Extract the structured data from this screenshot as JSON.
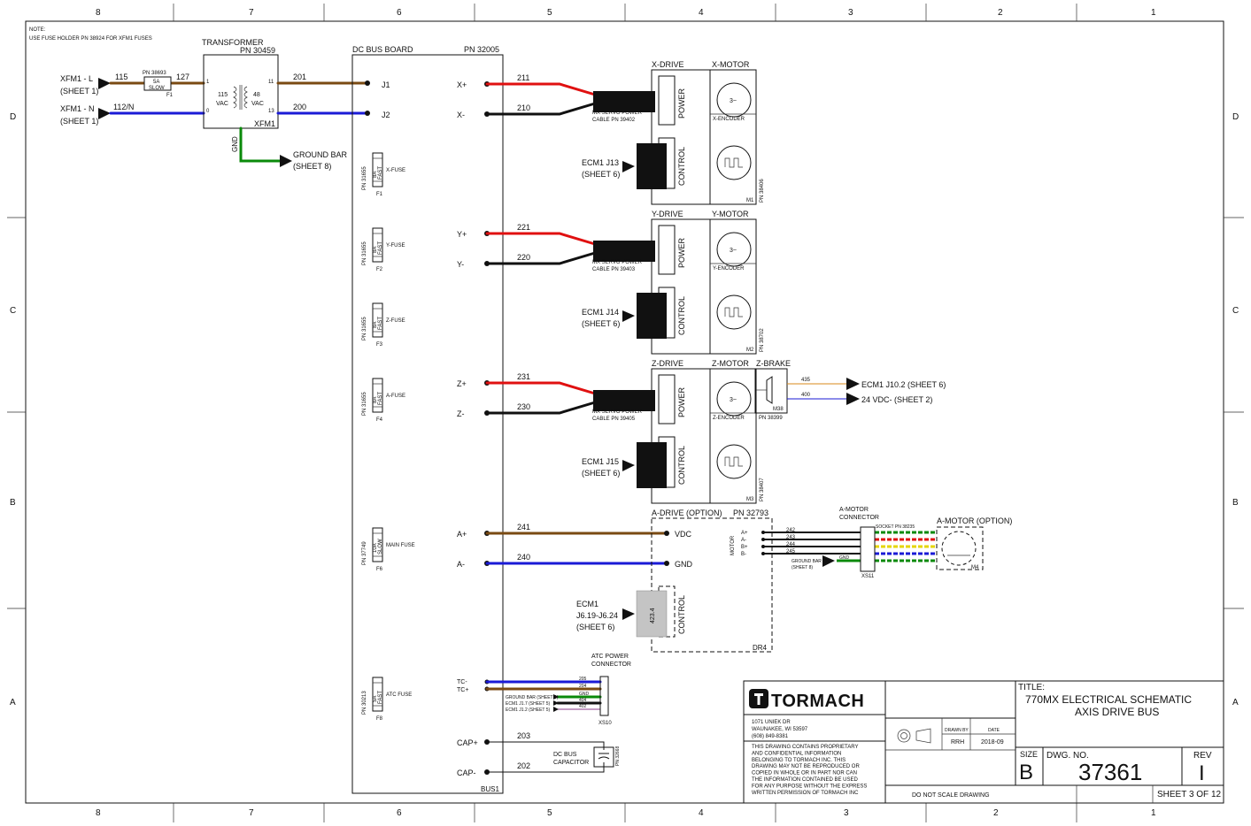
{
  "border": {
    "columns": [
      "8",
      "7",
      "6",
      "5",
      "4",
      "3",
      "2",
      "1"
    ],
    "rows": [
      "D",
      "C",
      "B",
      "A"
    ]
  },
  "note": {
    "title": "NOTE:",
    "text": "USE FUSE HOLDER PN 38924 FOR XFM1 FUSES"
  },
  "transformer": {
    "title": "TRANSFORMER",
    "pn": "PN 30459",
    "ref": "XFM1",
    "primary": "115 VAC",
    "primary_v": "115",
    "secondary_v": "48",
    "vac": "VAC",
    "pin1": "1",
    "pin0": "0",
    "pin11": "11",
    "pin13": "13",
    "gnd": "GND"
  },
  "inputs": {
    "l": "XFM1 - L",
    "l_sheet": "(SHEET 1)",
    "n": "XFM1 - N",
    "n_sheet": "(SHEET 1)",
    "w115": "115",
    "w127": "127",
    "w112": "112/N",
    "fuse_pn": "PN 38693",
    "fuse_rating": "5A",
    "fuse_type": "SLOW",
    "fuse_ref": "F1"
  },
  "ground": {
    "label": "GROUND BAR",
    "sheet": "(SHEET 8)"
  },
  "dc_bus": {
    "title": "DC BUS BOARD",
    "pn": "PN 32005",
    "ref": "BUS1",
    "j1": "J1",
    "j2": "J2",
    "w201": "201",
    "w200": "200"
  },
  "fuses": [
    {
      "pn": "PN 31655",
      "rating": "8A",
      "type": "FAST",
      "name": "X-FUSE",
      "ref": "F1"
    },
    {
      "pn": "PN 31655",
      "rating": "8A",
      "type": "FAST",
      "name": "Y-FUSE",
      "ref": "F2"
    },
    {
      "pn": "PN 31655",
      "rating": "8A",
      "type": "FAST",
      "name": "Z-FUSE",
      "ref": "F3"
    },
    {
      "pn": "PN 31655",
      "rating": "8A",
      "type": "FAST",
      "name": "A-FUSE",
      "ref": "F4"
    },
    {
      "pn": "PN 37749",
      "rating": "10A",
      "type": "SLOW",
      "name": "MAIN FUSE",
      "ref": "F6"
    },
    {
      "pn": "PN 30213",
      "rating": "5A",
      "type": "FAST",
      "name": "ATC FUSE",
      "ref": "F8"
    }
  ],
  "axes": [
    {
      "plus": "X+",
      "minus": "X-",
      "wp": "211",
      "wm": "210",
      "cable": "MX SERVO POWER",
      "cable_pn": "CABLE PN 39402",
      "drive": "X-DRIVE",
      "motor": "X-MOTOR",
      "encoder": "X-ENCODER",
      "ecm": "ECM1 J13",
      "ecm_sheet": "(SHEET 6)",
      "ref": "M1",
      "motor_pn": "PN 38406",
      "power": "POWER",
      "control": "CONTROL",
      "phase": "3~"
    },
    {
      "plus": "Y+",
      "minus": "Y-",
      "wp": "221",
      "wm": "220",
      "cable": "MX SERVO POWER",
      "cable_pn": "CABLE PN 39403",
      "drive": "Y-DRIVE",
      "motor": "Y-MOTOR",
      "encoder": "Y-ENCODER",
      "ecm": "ECM1 J14",
      "ecm_sheet": "(SHEET 6)",
      "ref": "M2",
      "motor_pn": "PN 38702",
      "power": "POWER",
      "control": "CONTROL",
      "phase": "3~"
    },
    {
      "plus": "Z+",
      "minus": "Z-",
      "wp": "231",
      "wm": "230",
      "cable": "MX SERVO POWER",
      "cable_pn": "CABLE PN 39405",
      "drive": "Z-DRIVE",
      "motor": "Z-MOTOR",
      "encoder": "Z-ENCODER",
      "ecm": "ECM1 J15",
      "ecm_sheet": "(SHEET 6)",
      "ref": "M3",
      "motor_pn": "PN 38407",
      "power": "POWER",
      "control": "CONTROL",
      "phase": "3~"
    }
  ],
  "brake": {
    "title": "Z-BRAKE",
    "ref": "M38",
    "pn": "PN 38399",
    "w435": "435",
    "w400": "400",
    "out1": "ECM1 J10.2 (SHEET 6)",
    "out2": "24 VDC- (SHEET 2)"
  },
  "a_drive": {
    "title": "A-DRIVE (OPTION)",
    "pn": "PN 32793",
    "ref": "DR4",
    "plus": "A+",
    "minus": "A-",
    "wp": "241",
    "wm": "240",
    "vdc": "VDC",
    "gnd": "GND",
    "control": "CONTROL",
    "motor_label": "MOTOR",
    "pins": [
      "A+",
      "A-",
      "B+",
      "B-"
    ],
    "wires": [
      "242",
      "243",
      "244",
      "245"
    ],
    "ground_label": "GROUND BAR",
    "ground_sheet": "(SHEET 8)",
    "ground_wire": "GND",
    "connector": "A-MOTOR",
    "connector2": "CONNECTOR",
    "socket": "SOCKET PN 38235",
    "xs": "XS11",
    "motor": "A-MOTOR (OPTION)",
    "motor_ref": "M4",
    "ecm": "ECM1",
    "ecm_pins": "J6.19-J6.24",
    "ecm_sheet": "(SHEET 6)",
    "chip": "423.4"
  },
  "atc": {
    "title": "ATC POWER",
    "title2": "CONNECTOR",
    "tcm": "TC-",
    "tcp": "TC+",
    "w1": "205",
    "w2": "204",
    "w3": "GND",
    "w4": "404",
    "w5": "402",
    "l3": "GROUND BAR (SHEET 8)",
    "l4": "ECM1 J1.7 (SHEET 5)",
    "l5": "ECM1 J1.2 (SHEET 5)",
    "xs": "XS10"
  },
  "cap": {
    "plus": "CAP+",
    "minus": "CAP-",
    "wp": "203",
    "wm": "202",
    "title": "DC BUS",
    "title2": "CAPACITOR",
    "pn": "PN 32668"
  },
  "title_block": {
    "company": "TORMACH",
    "address1": "1071 UNIEK DR",
    "address2": "WAUNAKEE, WI 53597",
    "phone": "(608) 849-8381",
    "legal": [
      "THIS DRAWING CONTAINS PROPRIETARY",
      "AND CONFIDENTIAL INFORMATION",
      "BELONGING TO TORMACH INC. THIS",
      "DRAWING MAY NOT BE REPRODUCED OR",
      "COPIED IN WHOLE OR IN PART NOR CAN",
      "THE INFORMATION CONTAINED BE USED",
      "FOR ANY PURPOSE WITHOUT THE EXPRESS",
      "WRITTEN PERMISSION OF TORMACH INC"
    ],
    "drawn_by_label": "DRAWN BY",
    "date_label": "DATE",
    "drawn_by": "RRH",
    "date": "2018-09",
    "no_scale": "DO NOT SCALE DRAWING",
    "title_label": "TITLE:",
    "title1": "770MX ELECTRICAL SCHEMATIC",
    "title2": "AXIS DRIVE BUS",
    "size_label": "SIZE",
    "size": "B",
    "dwg_label": "DWG.  NO.",
    "dwg": "37361",
    "rev_label": "REV",
    "rev": "I",
    "sheet": "SHEET 3 OF 12"
  },
  "colors": {
    "brown": "#7a4a12",
    "blue": "#1a1ad6",
    "red": "#e01010",
    "green": "#0a8a0a",
    "yellow": "#e6d600",
    "orange": "#d98a1a",
    "gray": "#c4c4c4"
  }
}
